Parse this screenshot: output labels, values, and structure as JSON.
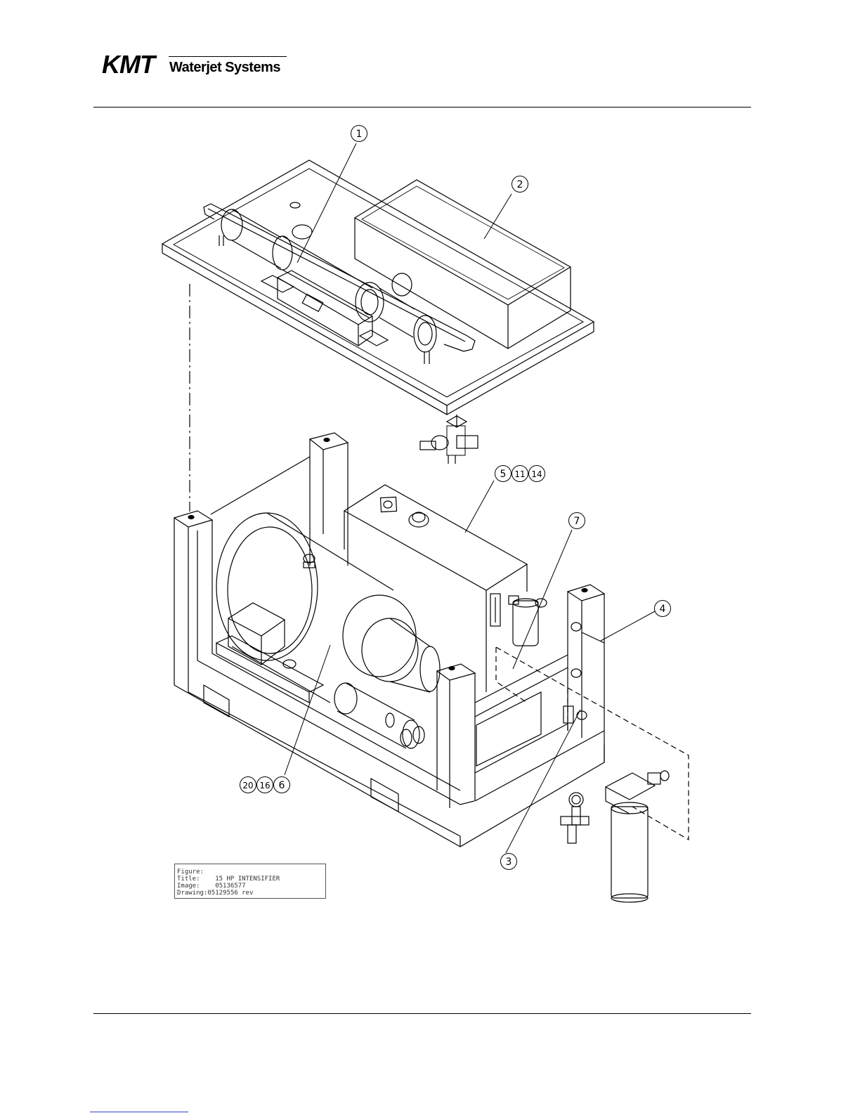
{
  "header": {
    "logo_brand": "KMT",
    "logo_subtitle": "Waterjet Systems"
  },
  "callouts": {
    "c1": "1",
    "c2": "2",
    "c3": "3",
    "c4": "4",
    "c5": "5",
    "c11": "11",
    "c14": "14",
    "c7": "7",
    "c20": "20",
    "c16": "16",
    "c6": "6"
  },
  "caption": {
    "figure_label": "Figure:",
    "title_label": "Title:",
    "title_value": "15 HP INTENSIFIER",
    "image_label": "Image:",
    "image_value": "05136577",
    "drawing_label": "Drawing:",
    "drawing_value": "05129556 rev"
  }
}
